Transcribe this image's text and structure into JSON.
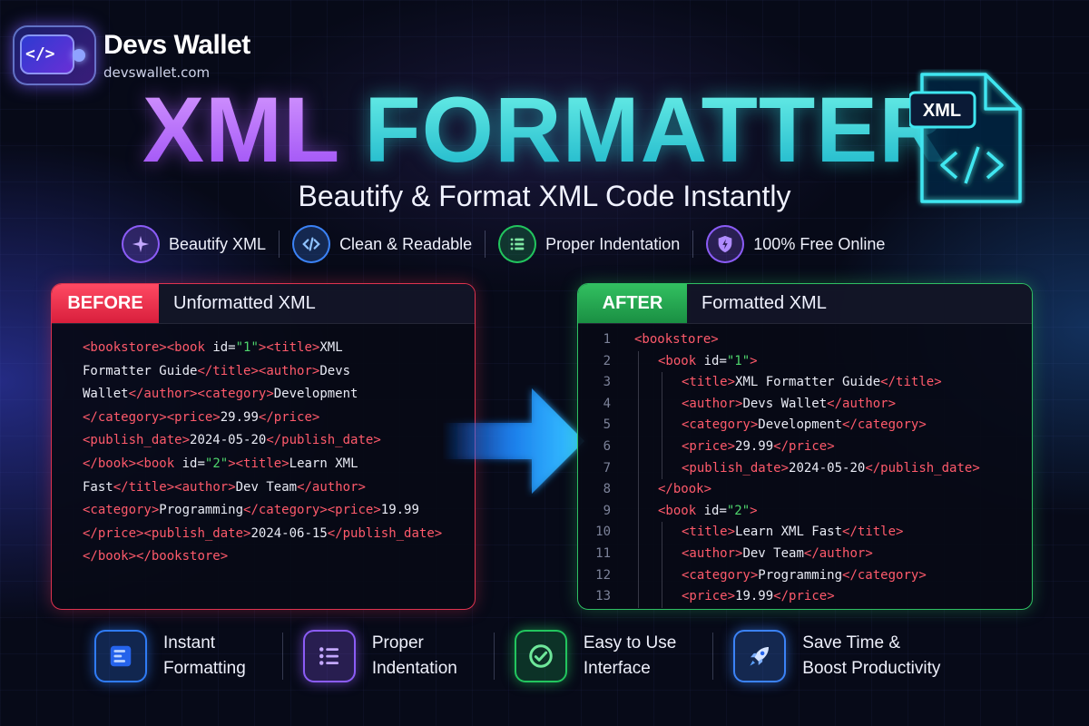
{
  "brand": {
    "name": "Devs Wallet",
    "url": "devswallet.com",
    "badge_glyph": "</>"
  },
  "hero": {
    "title_part1": "XML",
    "title_part2": "FORMATTER",
    "subtitle": "Beautify & Format XML Code Instantly",
    "file_icon_label": "XML"
  },
  "features": [
    {
      "icon": "sparkle-icon",
      "label": "Beautify XML",
      "color": "#8b5cf6"
    },
    {
      "icon": "code-icon",
      "label": "Clean & Readable",
      "color": "#3b82f6"
    },
    {
      "icon": "list-icon",
      "label": "Proper Indentation",
      "color": "#22c55e"
    },
    {
      "icon": "shield-icon",
      "label": "100% Free Online",
      "color": "#8b5cf6"
    }
  ],
  "before_panel": {
    "tag": "BEFORE",
    "title": "Unformatted XML",
    "accent": "#e0334f",
    "lines": [
      "<bookstore><book id=\"1\"><title>XML",
      "Formatter Guide</title><author>Devs",
      "Wallet</author><category>Development",
      "</category><price>29.99</price>",
      "<publish_date>2024-05-20</publish_date>",
      "</book><book id=\"2\"><title>Learn XML",
      "Fast</title><author>Dev Team</author>",
      "<category>Programming</category><price>19.99",
      "</price><publish_date>2024-06-15</publish_date>",
      "</book></bookstore>"
    ]
  },
  "after_panel": {
    "tag": "AFTER",
    "title": "Formatted XML",
    "accent": "#2fbf63",
    "lines": [
      {
        "n": "1",
        "indent": 0,
        "text": "<bookstore>"
      },
      {
        "n": "2",
        "indent": 1,
        "text": "<book id=\"1\">"
      },
      {
        "n": "3",
        "indent": 2,
        "text": "<title>XML Formatter Guide</title>"
      },
      {
        "n": "4",
        "indent": 2,
        "text": "<author>Devs Wallet</author>"
      },
      {
        "n": "5",
        "indent": 2,
        "text": "<category>Development</category>"
      },
      {
        "n": "6",
        "indent": 2,
        "text": "<price>29.99</price>"
      },
      {
        "n": "7",
        "indent": 2,
        "text": "<publish_date>2024-05-20</publish_date>"
      },
      {
        "n": "8",
        "indent": 1,
        "text": "</book>"
      },
      {
        "n": "9",
        "indent": 1,
        "text": "<book id=\"2\">"
      },
      {
        "n": "10",
        "indent": 2,
        "text": "<title>Learn XML Fast</title>"
      },
      {
        "n": "11",
        "indent": 2,
        "text": "<author>Dev Team</author>"
      },
      {
        "n": "12",
        "indent": 2,
        "text": "<category>Programming</category>"
      },
      {
        "n": "13",
        "indent": 2,
        "text": "<price>19.99</price>"
      }
    ]
  },
  "bottom_features": [
    {
      "icon": "document-lines-icon",
      "label": "Instant\nFormatting",
      "color": "#2f7bf5"
    },
    {
      "icon": "numbered-list-icon",
      "label": "Proper\nIndentation",
      "color": "#8b5cf6"
    },
    {
      "icon": "check-circle-icon",
      "label": "Easy to Use\nInterface",
      "color": "#22c55e"
    },
    {
      "icon": "rocket-icon",
      "label": "Save Time &\nBoost Productivity",
      "color": "#3b82f6"
    }
  ]
}
